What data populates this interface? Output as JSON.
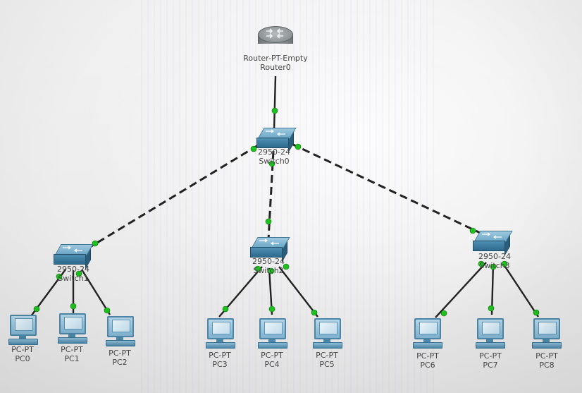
{
  "router": {
    "model": "Router-PT-Empty",
    "name": "Router0"
  },
  "switches": [
    {
      "model": "2950-24",
      "name": "Switch0"
    },
    {
      "model": "2950-24",
      "name": "Switch1"
    },
    {
      "model": "2950-24",
      "name": "Switch2"
    },
    {
      "model": "2950-24",
      "name": "Switch3"
    }
  ],
  "pcs": [
    {
      "model": "PC-PT",
      "name": "PC0"
    },
    {
      "model": "PC-PT",
      "name": "PC1"
    },
    {
      "model": "PC-PT",
      "name": "PC2"
    },
    {
      "model": "PC-PT",
      "name": "PC3"
    },
    {
      "model": "PC-PT",
      "name": "PC4"
    },
    {
      "model": "PC-PT",
      "name": "PC5"
    },
    {
      "model": "PC-PT",
      "name": "PC6"
    },
    {
      "model": "PC-PT",
      "name": "PC7"
    },
    {
      "model": "PC-PT",
      "name": "PC8"
    }
  ],
  "colors": {
    "link_up_port": "#1ec21e",
    "cable": "#222222",
    "switch_body": "#4f8fb3",
    "router_body": "#8f9497"
  },
  "icons": {
    "router": "router-icon",
    "switch": "switch-icon",
    "pc": "pc-icon"
  }
}
